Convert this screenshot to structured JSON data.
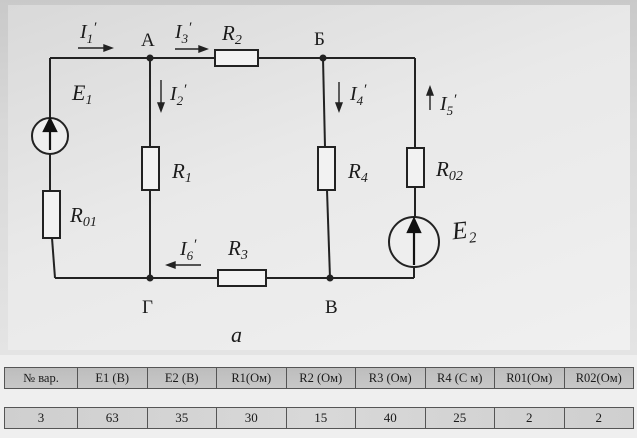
{
  "figure": {
    "caption": "a",
    "nodes": {
      "A": "А",
      "B": "Б",
      "G": "Г",
      "V": "В"
    },
    "currents": {
      "I1": {
        "base": "I",
        "sub": "1",
        "prime": "′"
      },
      "I2": {
        "base": "I",
        "sub": "2",
        "prime": "′"
      },
      "I3": {
        "base": "I",
        "sub": "3",
        "prime": "′"
      },
      "I4": {
        "base": "I",
        "sub": "4",
        "prime": "′"
      },
      "I5": {
        "base": "I",
        "sub": "5",
        "prime": "′"
      },
      "I6": {
        "base": "I",
        "sub": "6",
        "prime": "′"
      }
    },
    "resistors": {
      "R1": {
        "base": "R",
        "sub": "1"
      },
      "R2": {
        "base": "R",
        "sub": "2"
      },
      "R3": {
        "base": "R",
        "sub": "3"
      },
      "R4": {
        "base": "R",
        "sub": "4"
      },
      "R01": {
        "base": "R",
        "sub": "01"
      },
      "R02": {
        "base": "R",
        "sub": "02"
      }
    },
    "sources": {
      "E1": {
        "base": "E",
        "sub": "1"
      },
      "E2": {
        "text": "E₂"
      }
    }
  },
  "table": {
    "headers": [
      "№ вар.",
      "E1 (В)",
      "E2 (В)",
      "R1(Ом)",
      "R2 (Ом)",
      "R3 (Ом)",
      "R4 (С м)",
      "R01(Ом)",
      "R02(Ом)"
    ],
    "row": [
      "3",
      "63",
      "35",
      "30",
      "15",
      "40",
      "25",
      "2",
      "2"
    ]
  }
}
